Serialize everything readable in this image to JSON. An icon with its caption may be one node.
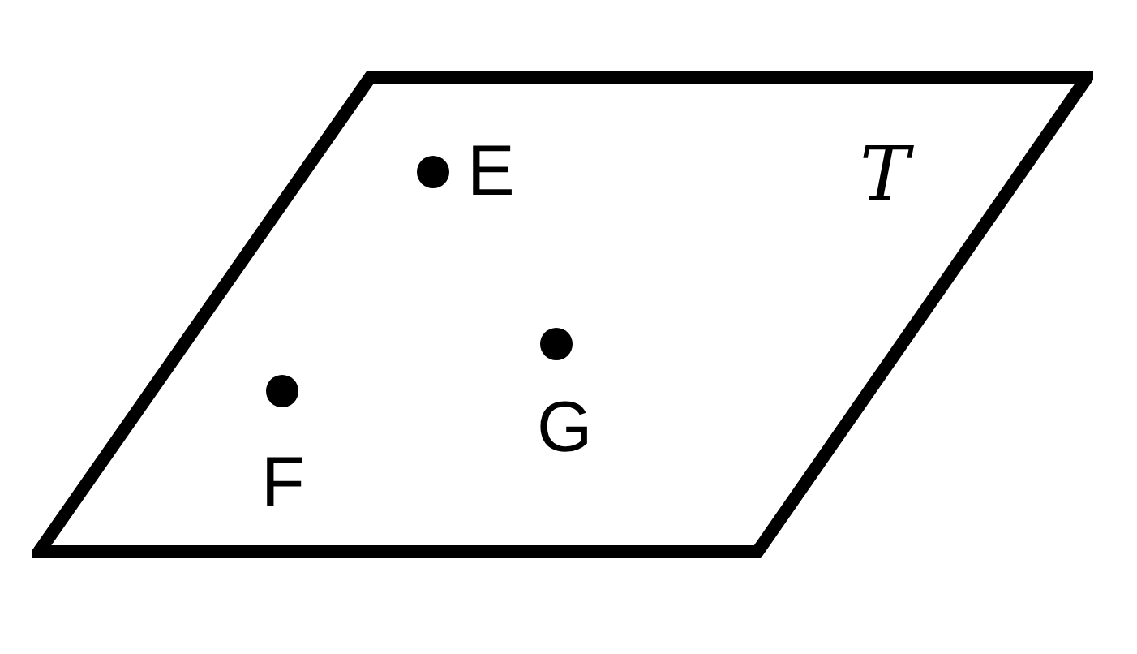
{
  "diagram": {
    "nodes": [
      {
        "text": [
          "T"
        ]
      },
      {
        "text": [
          "E"
        ],
        "in": 0
      },
      {
        "text": [
          "G"
        ],
        "in": 0
      },
      {
        "text": [
          "F"
        ],
        "in": 0
      }
    ]
  }
}
